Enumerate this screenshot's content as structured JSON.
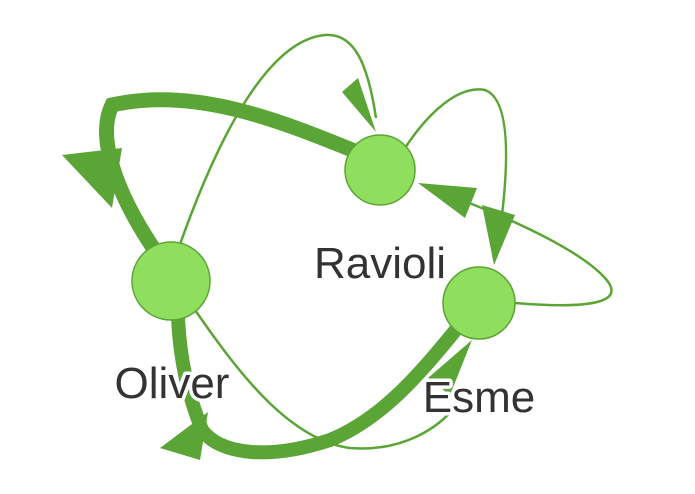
{
  "nodes": [
    {
      "id": "ravioli",
      "label": "Ravioli"
    },
    {
      "id": "oliver",
      "label": "Oliver"
    },
    {
      "id": "esme",
      "label": "Esme"
    }
  ],
  "edges": [
    {
      "from": "ravioli",
      "to": "oliver",
      "weight": "heavy"
    },
    {
      "from": "oliver",
      "to": "ravioli",
      "weight": "thin"
    },
    {
      "from": "ravioli",
      "to": "esme",
      "weight": "thin"
    },
    {
      "from": "esme",
      "to": "ravioli",
      "weight": "thin"
    },
    {
      "from": "esme",
      "to": "oliver",
      "weight": "heavy"
    },
    {
      "from": "oliver",
      "to": "esme",
      "weight": "thin"
    }
  ],
  "colors": {
    "node_fill": "#8fde5d",
    "node_stroke": "#5ba536",
    "edge": "#5ba536",
    "label_text": "#333333"
  }
}
